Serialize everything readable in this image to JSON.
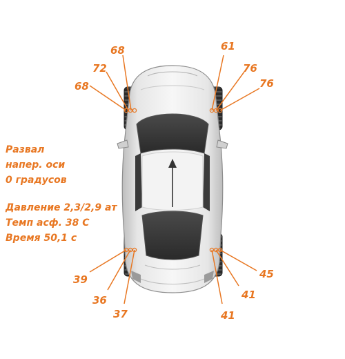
{
  "accent_color": "#e87722",
  "info": {
    "camber_line1": "Развал",
    "camber_line2": "напер. оси",
    "camber_line3": "0 градусов",
    "pressure": "Давление 2,3/2,9 ат",
    "temp": "Темп асф. 38 С",
    "time": "Время 50,1 с"
  },
  "tires": {
    "front_left": [
      "68",
      "72",
      "68"
    ],
    "front_right": [
      "61",
      "76",
      "76"
    ],
    "rear_left": [
      "39",
      "36",
      "37"
    ],
    "rear_right": [
      "45",
      "41",
      "41"
    ]
  },
  "icons": {
    "car": "car-top-view-icon",
    "direction": "arrow-up-icon"
  }
}
